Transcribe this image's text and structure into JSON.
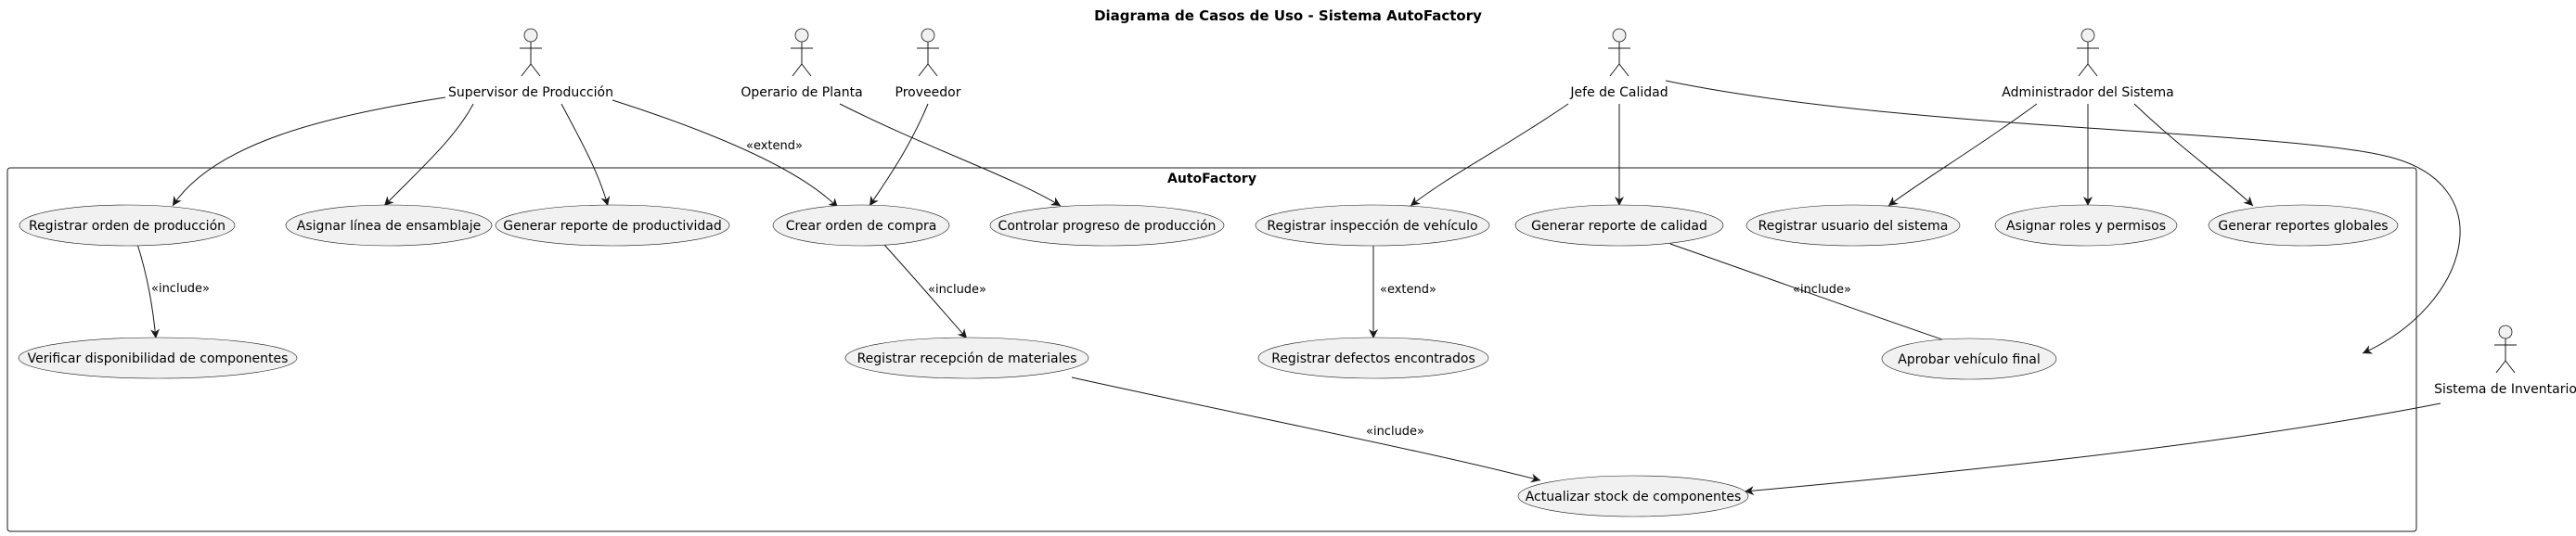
{
  "diagram": {
    "title": "Diagrama de Casos de Uso - Sistema AutoFactory",
    "system": "AutoFactory",
    "actors": {
      "supervisor": "Supervisor de Producción",
      "operario": "Operario de Planta",
      "proveedor": "Proveedor",
      "jefe_calidad": "Jefe de Calidad",
      "administrador": "Administrador del Sistema",
      "inventario": "Sistema de Inventario"
    },
    "use_cases": {
      "registrar_orden": "Registrar orden de producción",
      "asignar_linea": "Asignar línea de ensamblaje",
      "reporte_productividad": "Generar reporte de productividad",
      "crear_orden_compra": "Crear orden de compra",
      "controlar_progreso": "Controlar progreso de producción",
      "registrar_inspeccion": "Registrar inspección de vehículo",
      "reporte_calidad": "Generar reporte de calidad",
      "registrar_usuario": "Registrar usuario del sistema",
      "asignar_roles": "Asignar roles y permisos",
      "reportes_globales": "Generar reportes globales",
      "verificar_disponibilidad": "Verificar disponibilidad de componentes",
      "recepcion_materiales": "Registrar recepción de materiales",
      "registrar_defectos": "Registrar defectos encontrados",
      "aprobar_vehiculo": "Aprobar vehículo final",
      "actualizar_stock": "Actualizar stock de componentes"
    },
    "relations": {
      "extend_supervisor_compra": "«extend»",
      "include_orden_verificar": "«include»",
      "include_compra_recepcion": "«include»",
      "extend_inspeccion_defectos": "«extend»",
      "include_calidad_aprobar": "«include»",
      "include_recepcion_stock": "«include»"
    }
  }
}
